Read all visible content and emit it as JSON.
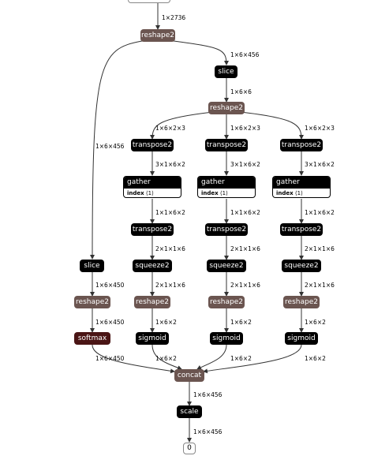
{
  "edge_labels": {
    "top": "1×2736",
    "to_slice_a": "1×6×456",
    "to_reshape_b": "1×6×6",
    "to_slice_left": "1×6×456",
    "t1_a": "1×6×2×3",
    "t1_b": "1×6×2×3",
    "t1_c": "1×6×2×3",
    "g_a": "3×1×6×2",
    "g_b": "3×1×6×2",
    "g_c": "3×1×6×2",
    "t2_a": "1×1×6×2",
    "t2_b": "1×1×6×2",
    "t2_c": "1×1×6×2",
    "sq_a": "2×1×1×6",
    "sq_b": "2×1×1×6",
    "sq_c": "2×1×1×6",
    "rs_a": "2×1×1×6",
    "rs_b": "2×1×1×6",
    "rs_c": "2×1×1×6",
    "sig_a": "1×6×2",
    "sig_b": "1×6×2",
    "sig_c": "1×6×2",
    "cc_a": "1×6×2",
    "cc_b": "1×6×2",
    "cc_c": "1×6×2",
    "left_reshape": "1×6×450",
    "left_softmax": "1×6×450",
    "left_concat": "1×6×450",
    "to_scale": "1×6×456",
    "to_output": "1×6×456"
  },
  "nodes": {
    "reshape_top": "reshape2",
    "slice_a": "slice",
    "reshape_b": "reshape2",
    "transpose_a1": "transpose2",
    "transpose_b1": "transpose2",
    "transpose_c1": "transpose2",
    "gather_a": "gather",
    "gather_b": "gather",
    "gather_c": "gather",
    "gather_attr_key": "index",
    "gather_attr_val": "⟨1⟩",
    "transpose_a2": "transpose2",
    "transpose_b2": "transpose2",
    "transpose_c2": "transpose2",
    "squeeze_a": "squeeze2",
    "squeeze_b": "squeeze2",
    "squeeze_c": "squeeze2",
    "reshape_a": "reshape2",
    "reshape_bb": "reshape2",
    "reshape_c": "reshape2",
    "sigmoid_a": "sigmoid",
    "sigmoid_b": "sigmoid",
    "sigmoid_c": "sigmoid",
    "slice_left": "slice",
    "reshape_left": "reshape2",
    "softmax": "softmax",
    "concat": "concat",
    "scale": "scale",
    "output": "0"
  },
  "colors": {
    "op_black": "#000000",
    "op_brown": "#6b5550",
    "op_dark": "#4a1515",
    "edge": "#333333"
  }
}
